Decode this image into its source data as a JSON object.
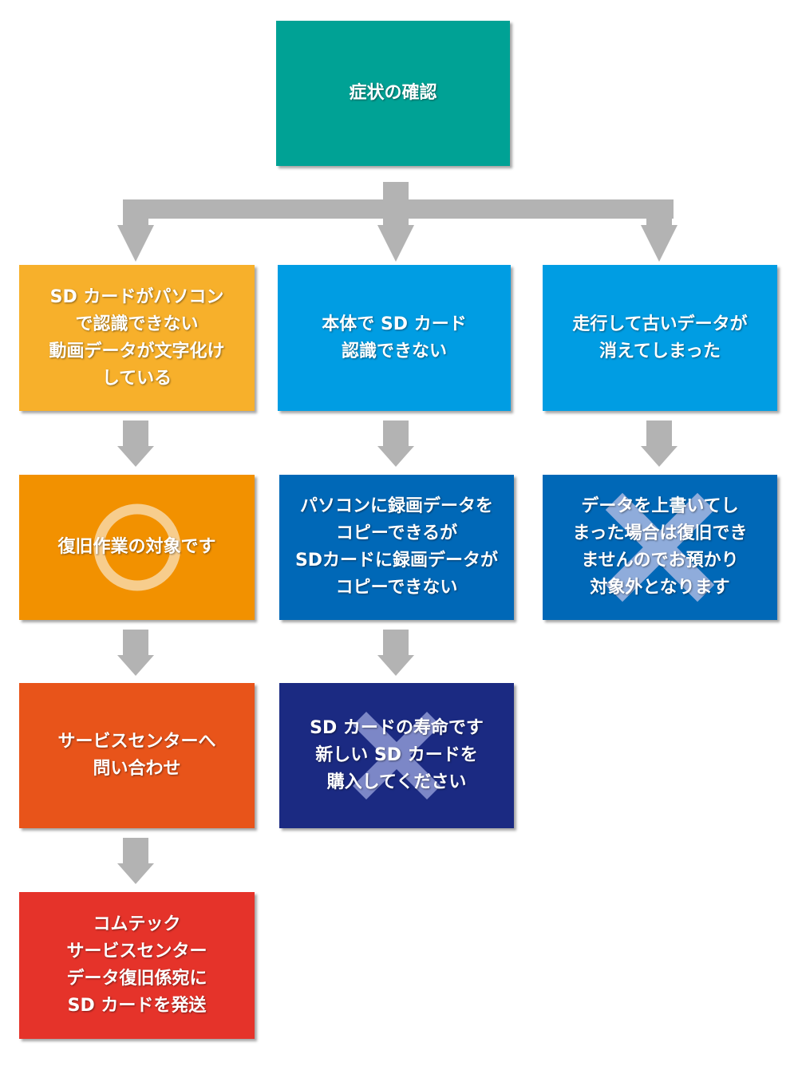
{
  "colors": {
    "teal": "#00a295",
    "yellow": "#f7b02b",
    "orange": "#f29100",
    "dark_orange": "#e8541a",
    "red": "#e5332a",
    "light_blue": "#009de3",
    "mid_blue": "#0068b7",
    "navy": "#1b2a82",
    "arrow_gray": "#b3b3b3"
  },
  "nodes": {
    "symptom_check": "症状の確認",
    "left_symptom": "SD カードがパソコン\nで認識できない\n動画データが文字化け\nしている",
    "center_symptom": "本体で SD カード\n認識できない",
    "right_symptom": "走行して古いデータが\n消えてしまった",
    "left_result": "復旧作業の対象です",
    "center_result": "パソコンに録画データを\nコピーできるが\nSDカードに録画データが\nコピーできない",
    "right_result": "データを上書いてし\nまった場合は復旧でき\nませんのでお預かり\n対象外となります",
    "left_step3": "サービスセンターへ\n問い合わせ",
    "center_step3": "SD カードの寿命です\n新しい SD カードを\n購入してください",
    "left_step4": "コムテック\nサービスセンター\nデータ復旧係宛に\nSD カードを発送"
  },
  "marks": {
    "left_result": "circle-mark",
    "right_result": "cross-mark",
    "center_step3": "cross-mark"
  }
}
